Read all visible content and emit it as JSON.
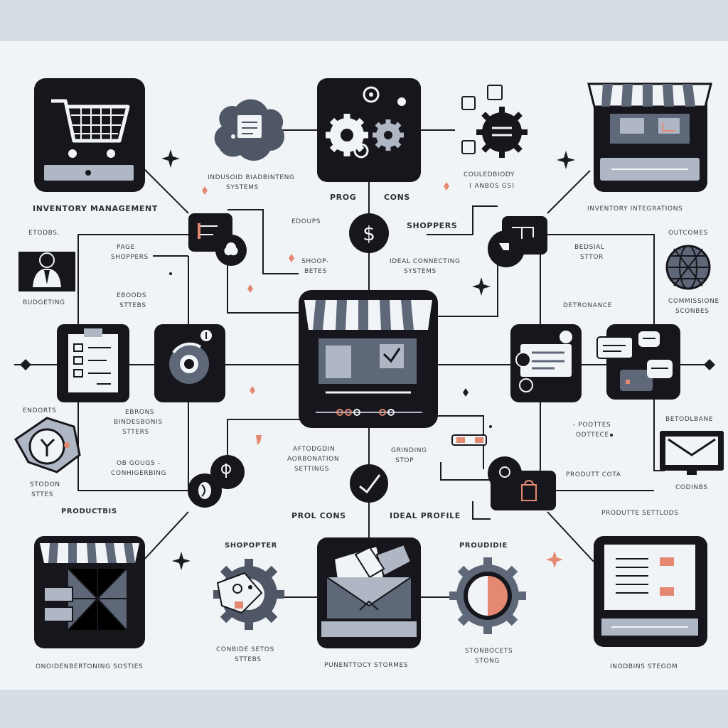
{
  "labels": {
    "inventory_management": "INVENTORY MANAGEMENT",
    "top_systems_a": "INDUSOID BIADBINTENG",
    "top_systems_b": "SYSTEMS",
    "prog": "PROG",
    "cons": "CONS",
    "couldbiody_a": "COULEDBIODY",
    "couldbiody_b": "( ANBOS GS)",
    "inventory_integrations": "INVENTORY INTEGRATIONS",
    "etodbs": "ETODBS.",
    "budgets": "EDOUPS",
    "shoppers": "SHOPPERS",
    "outcomes": "OUTCOMES",
    "page_a": "PAGE",
    "page_b": "SHOPPERS",
    "shoop_a": "SHOOP-",
    "shoop_b": "BETES",
    "ideal_a": "IDEAL CONNECTING",
    "ideal_b": "SYSTEMS",
    "retail_a": "BEDSIAL",
    "retail_b": "STTOR",
    "budgeting": "BUDGETING",
    "eboods_a": "EBOODS",
    "eboods_b": "STTEBS",
    "detronance": "DETRONANCE",
    "commissioning_a": "COMMISSIONE",
    "commissioning_b": "SCONBES",
    "endorts": "ENDORTS",
    "ebrons_a": "EBRONS",
    "ebrons_b": "BINDESBONIS",
    "ebrons_c": "STTERS",
    "orders_a": "OB GOUGS -",
    "orders_b": "CONHIGERBING",
    "stodon_a": "STODON",
    "stodon_b": "STTES",
    "productbis": "PRODUCTBIS",
    "automation_a": "AFTODGDIN",
    "automation_b": "AORBONATION",
    "automation_c": "SETTINGS",
    "grinding_a": "GRINDING",
    "grinding_b": "STOP",
    "positive_a": "- POOTTES",
    "positive_b": "ODTTECE",
    "betodbane": "BETODLBANE",
    "product_cota": "PRODUTT COTA",
    "codinbs": "CODINBS",
    "prol_cons": "PROL CONS",
    "ideal_profile": "IDEAL PROFILE",
    "product_settings": "PRODUTTE SETTLODS",
    "shopopter": "SHOPOPTER",
    "proudidie": "PROUDIDIE",
    "bottom_1": "ONOIDENBERTONING SOSTIES",
    "bottom_2_a": "CONBIDE SETOS",
    "bottom_2_b": "STTEBS",
    "bottom_3": "PUNENTTOCY STORMES",
    "bottom_4_a": "STONBOCETS",
    "bottom_4_b": "STONG",
    "bottom_5": "INODBINS STEGOM"
  },
  "icons": [
    "shopping-cart-icon",
    "document-cloud-icon",
    "gears-icon",
    "settings-sync-icon",
    "storefront-icon",
    "user-profile-icon",
    "dollar-icon",
    "globe-icon",
    "checklist-icon",
    "analytics-icon",
    "online-store-icon",
    "chat-window-icon",
    "chat-bubbles-icon",
    "clock-icon",
    "mail-monitor-icon",
    "checkmark-icon",
    "shopping-bag-icon",
    "warehouse-icon",
    "gear-document-icon",
    "package-icon",
    "pie-gear-icon",
    "product-list-icon"
  ],
  "colors": {
    "background": "#d5dde5",
    "panel": "#f1f4f7",
    "tile": "#16161c",
    "ink": "#1b1b22",
    "slate": "#5e6878",
    "light_slate": "#aeb7c3",
    "accent": "#e58872"
  }
}
